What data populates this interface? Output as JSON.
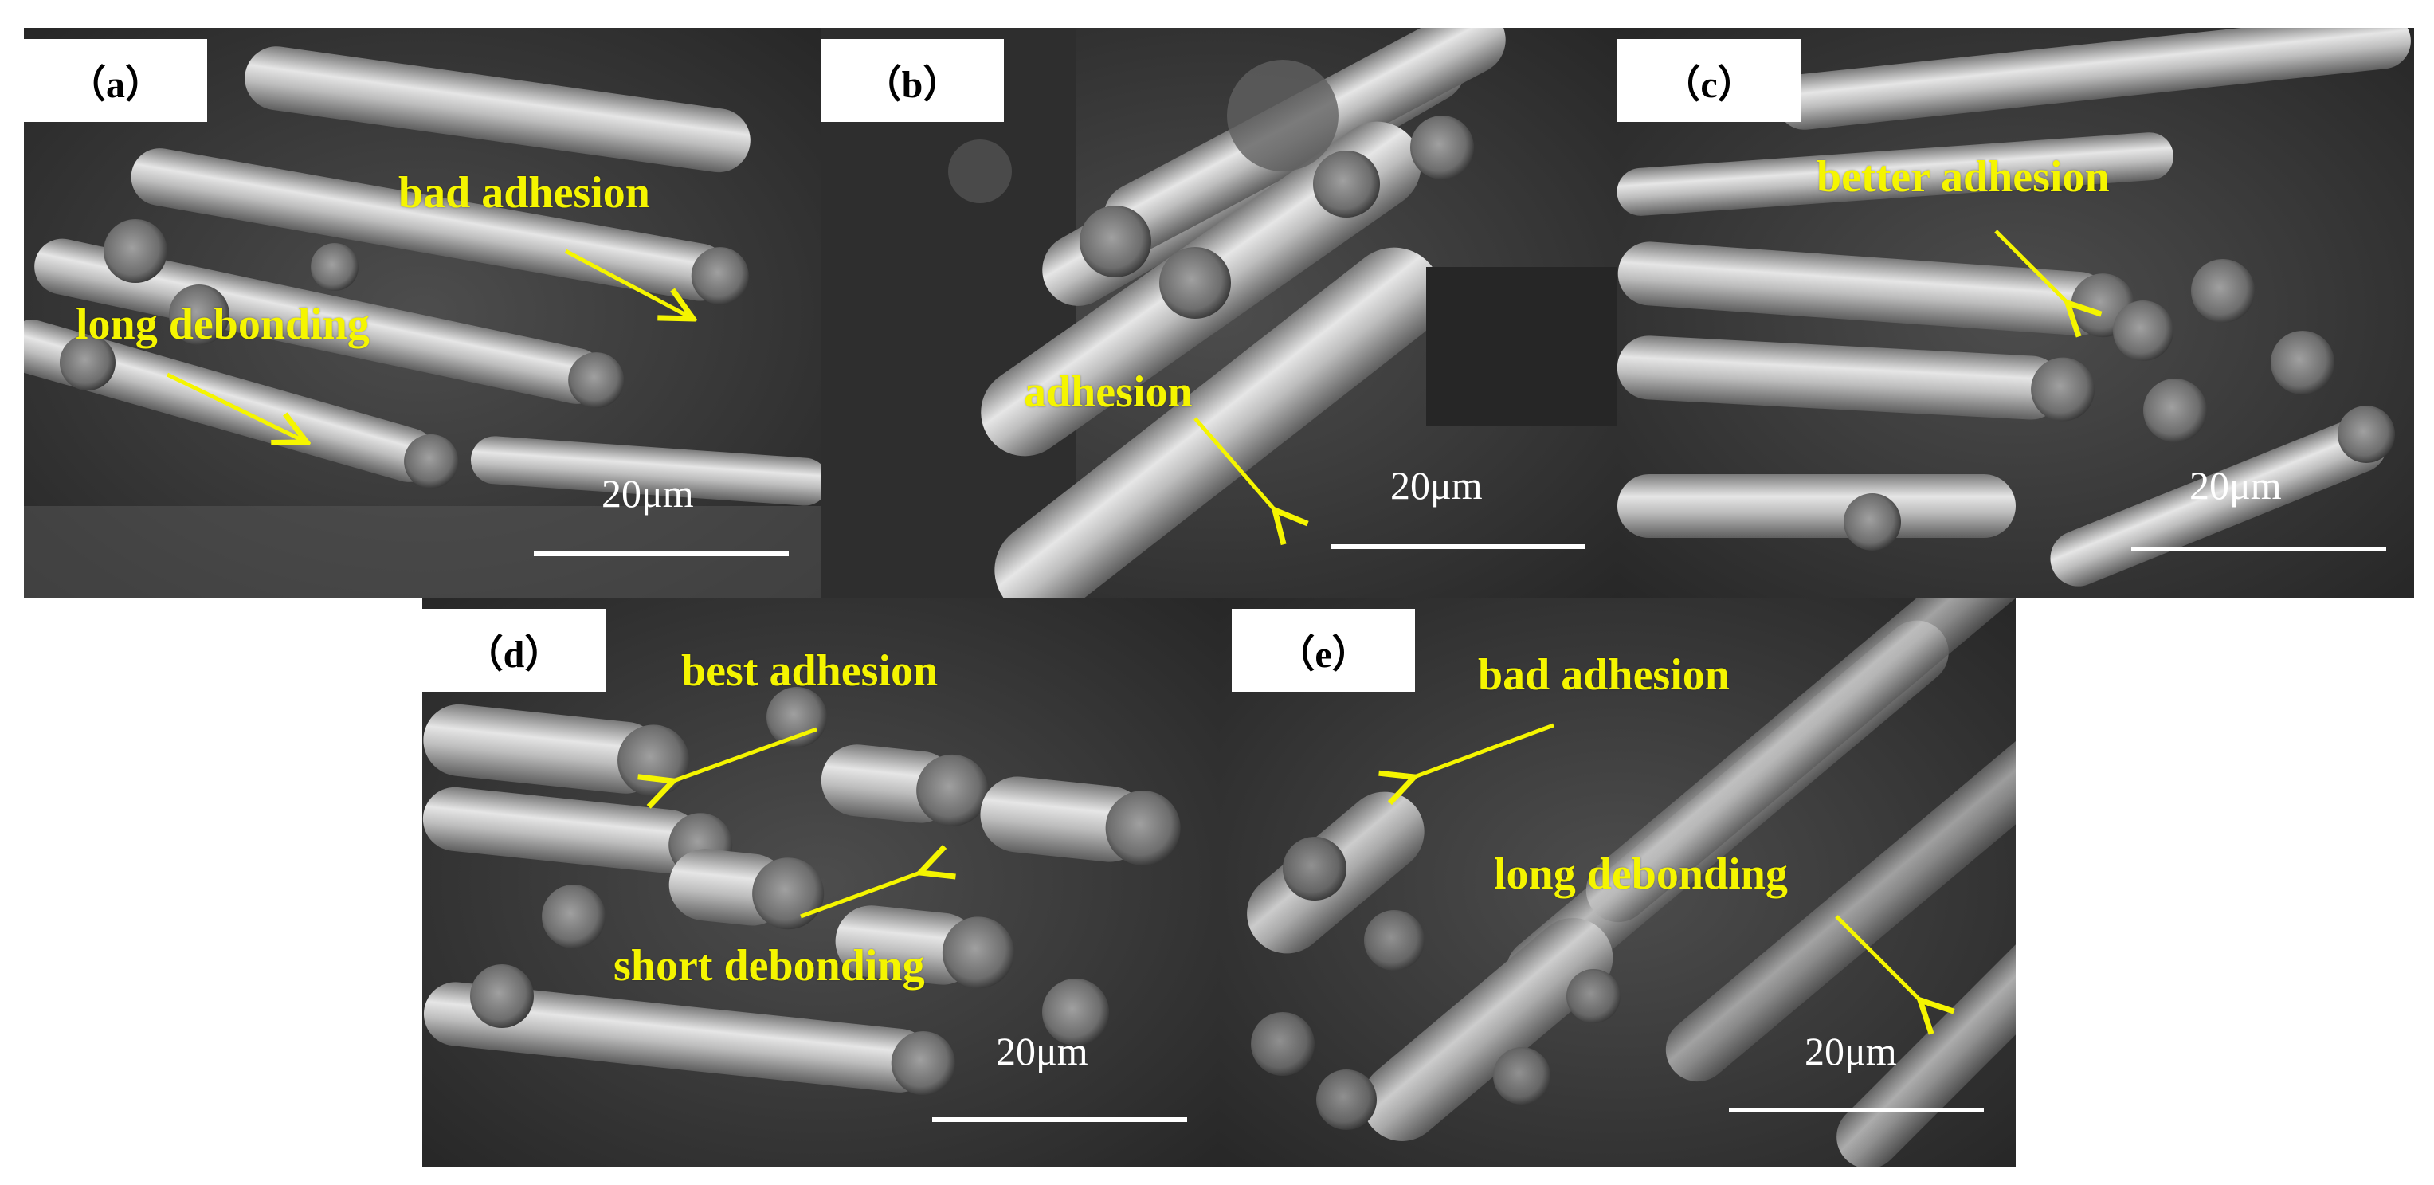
{
  "colors": {
    "annotation": "#f5f500",
    "scale": "#ffffff",
    "label_bg": "#ffffff"
  },
  "scale_text": "20μm",
  "panels": [
    {
      "label": "（a）",
      "annotations": [
        "bad adhesion",
        "long debonding"
      ]
    },
    {
      "label": "（b）",
      "annotations": [
        "adhesion"
      ]
    },
    {
      "label": "（c）",
      "annotations": [
        "better adhesion"
      ]
    },
    {
      "label": "（d）",
      "annotations": [
        "best adhesion",
        "short debonding"
      ]
    },
    {
      "label": "（e）",
      "annotations": [
        "bad adhesion",
        "long debonding"
      ]
    }
  ]
}
